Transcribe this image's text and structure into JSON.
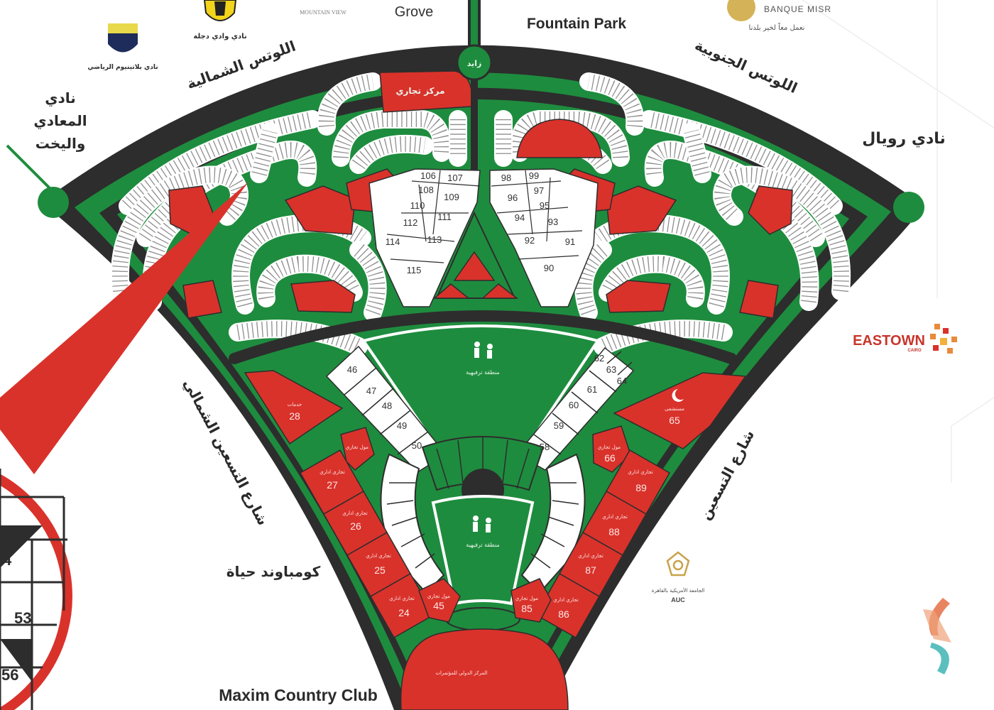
{
  "colors": {
    "road": "#2d2d2d",
    "green": "#1e8c3e",
    "red": "#d9322b",
    "white_plot": "#ffffff",
    "eastown": "#c8352b"
  },
  "landmarks": {
    "grove": "Grove",
    "fountain_park": "Fountain Park",
    "mountain_view": "MOUNTAIN VIEW",
    "wadi_degla": "نادي وادي دجلة",
    "platinum_club": "نادي بلاتينيوم الرياضي",
    "banque_misr": "BANQUE MISR",
    "banque_misr_slogan": "نعمل معاً لخير بلدنا",
    "maadi_club_line1": "نادي",
    "maadi_club_line2": "المعادي",
    "maadi_club_line3": "واليخت",
    "royal_club": "نادي رويال",
    "eastown": "EASTOWN",
    "eastown_sub": "CAIRO",
    "hayah_compound": "كومباوند حياة",
    "maxim": "Maxim Country Club",
    "auc_ar": "الجامعة الأمريكية بالقاهرة",
    "auc": "AUC"
  },
  "roads": {
    "north_lotus": "اللوتس الشمالية",
    "south_lotus": "اللوتس الجنوبية",
    "north_90th": "شارع التسعين الشمالي",
    "south_90th": "شارع التسعين",
    "zayed": "زايد"
  },
  "areas": {
    "commercial_center": "مركز تجاري",
    "recreation_top": "منطقة ترفيهية",
    "recreation_bottom": "منطقة ترفيهية",
    "conference_center": "المركز الدولي للمؤتمرات"
  },
  "plots": {
    "white": [
      "106",
      "107",
      "108",
      "109",
      "110",
      "111",
      "112",
      "113",
      "114",
      "115",
      "98",
      "99",
      "96",
      "97",
      "94",
      "95",
      "92",
      "93",
      "91",
      "90",
      "46",
      "47",
      "48",
      "49",
      "50",
      "58",
      "59",
      "60",
      "61",
      "62",
      "63",
      "64"
    ],
    "red": [
      {
        "num": "28",
        "label": "خدمات"
      },
      {
        "num": "27",
        "label": "تجاري اداري"
      },
      {
        "num": "26",
        "label": "تجاري اداري"
      },
      {
        "num": "25",
        "label": "تجاري اداري"
      },
      {
        "num": "24",
        "label": "تجاري اداري"
      },
      {
        "num": "45",
        "label": "مول تجاري"
      },
      {
        "num": "",
        "label": "مول تجاري"
      },
      {
        "num": "65",
        "label": "مستشفى"
      },
      {
        "num": "66",
        "label": "مول تجاري"
      },
      {
        "num": "89",
        "label": "تجاري اداري"
      },
      {
        "num": "88",
        "label": "تجاري اداري"
      },
      {
        "num": "87",
        "label": "تجاري اداري"
      },
      {
        "num": "86",
        "label": "تجاري اداري"
      },
      {
        "num": "85",
        "label": "مول تجاري"
      }
    ]
  },
  "magnifier": {
    "plots": [
      "53",
      "56",
      "4"
    ]
  }
}
